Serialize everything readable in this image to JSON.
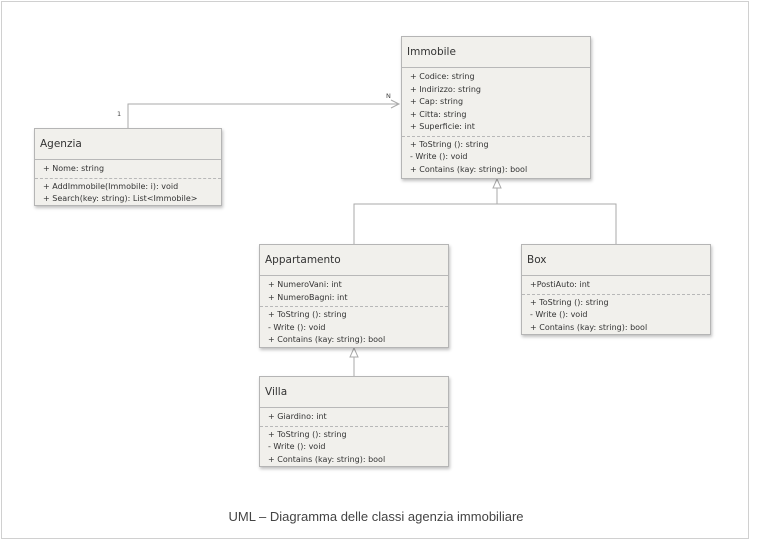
{
  "classes": {
    "immobile": {
      "name": "Immobile",
      "attributes": [
        "+ Codice: string",
        "+ Indirizzo: string",
        "+ Cap: string",
        "+ Citta: string",
        "+ Superficie: int"
      ],
      "operations": [
        "+ ToString (): string",
        "- Write (): void",
        "+ Contains (kay: string): bool"
      ]
    },
    "agenzia": {
      "name": "Agenzia",
      "attributes": [
        "+ Nome: string"
      ],
      "operations": [
        "+ AddImmobile(Immobile: i): void",
        "+ Search(key: string): List<Immobile>"
      ]
    },
    "appartamento": {
      "name": "Appartamento",
      "attributes": [
        "+ NumeroVani: int",
        "+ NumeroBagni: int"
      ],
      "operations": [
        "+ ToString (): string",
        "- Write (): void",
        "+ Contains (kay: string): bool"
      ]
    },
    "box": {
      "name": "Box",
      "attributes": [
        "+PostiAuto: int"
      ],
      "operations": [
        "+ ToString (): string",
        "- Write (): void",
        "+ Contains (kay: string): bool"
      ]
    },
    "villa": {
      "name": "Villa",
      "attributes": [
        "+ Giardino: int"
      ],
      "operations": [
        "+ ToString (): string",
        "- Write (): void",
        "+ Contains (kay: string): bool"
      ]
    }
  },
  "association": {
    "source_multiplicity": "1",
    "target_multiplicity": "N"
  },
  "caption": "UML – Diagramma delle classi agenzia immobiliare"
}
